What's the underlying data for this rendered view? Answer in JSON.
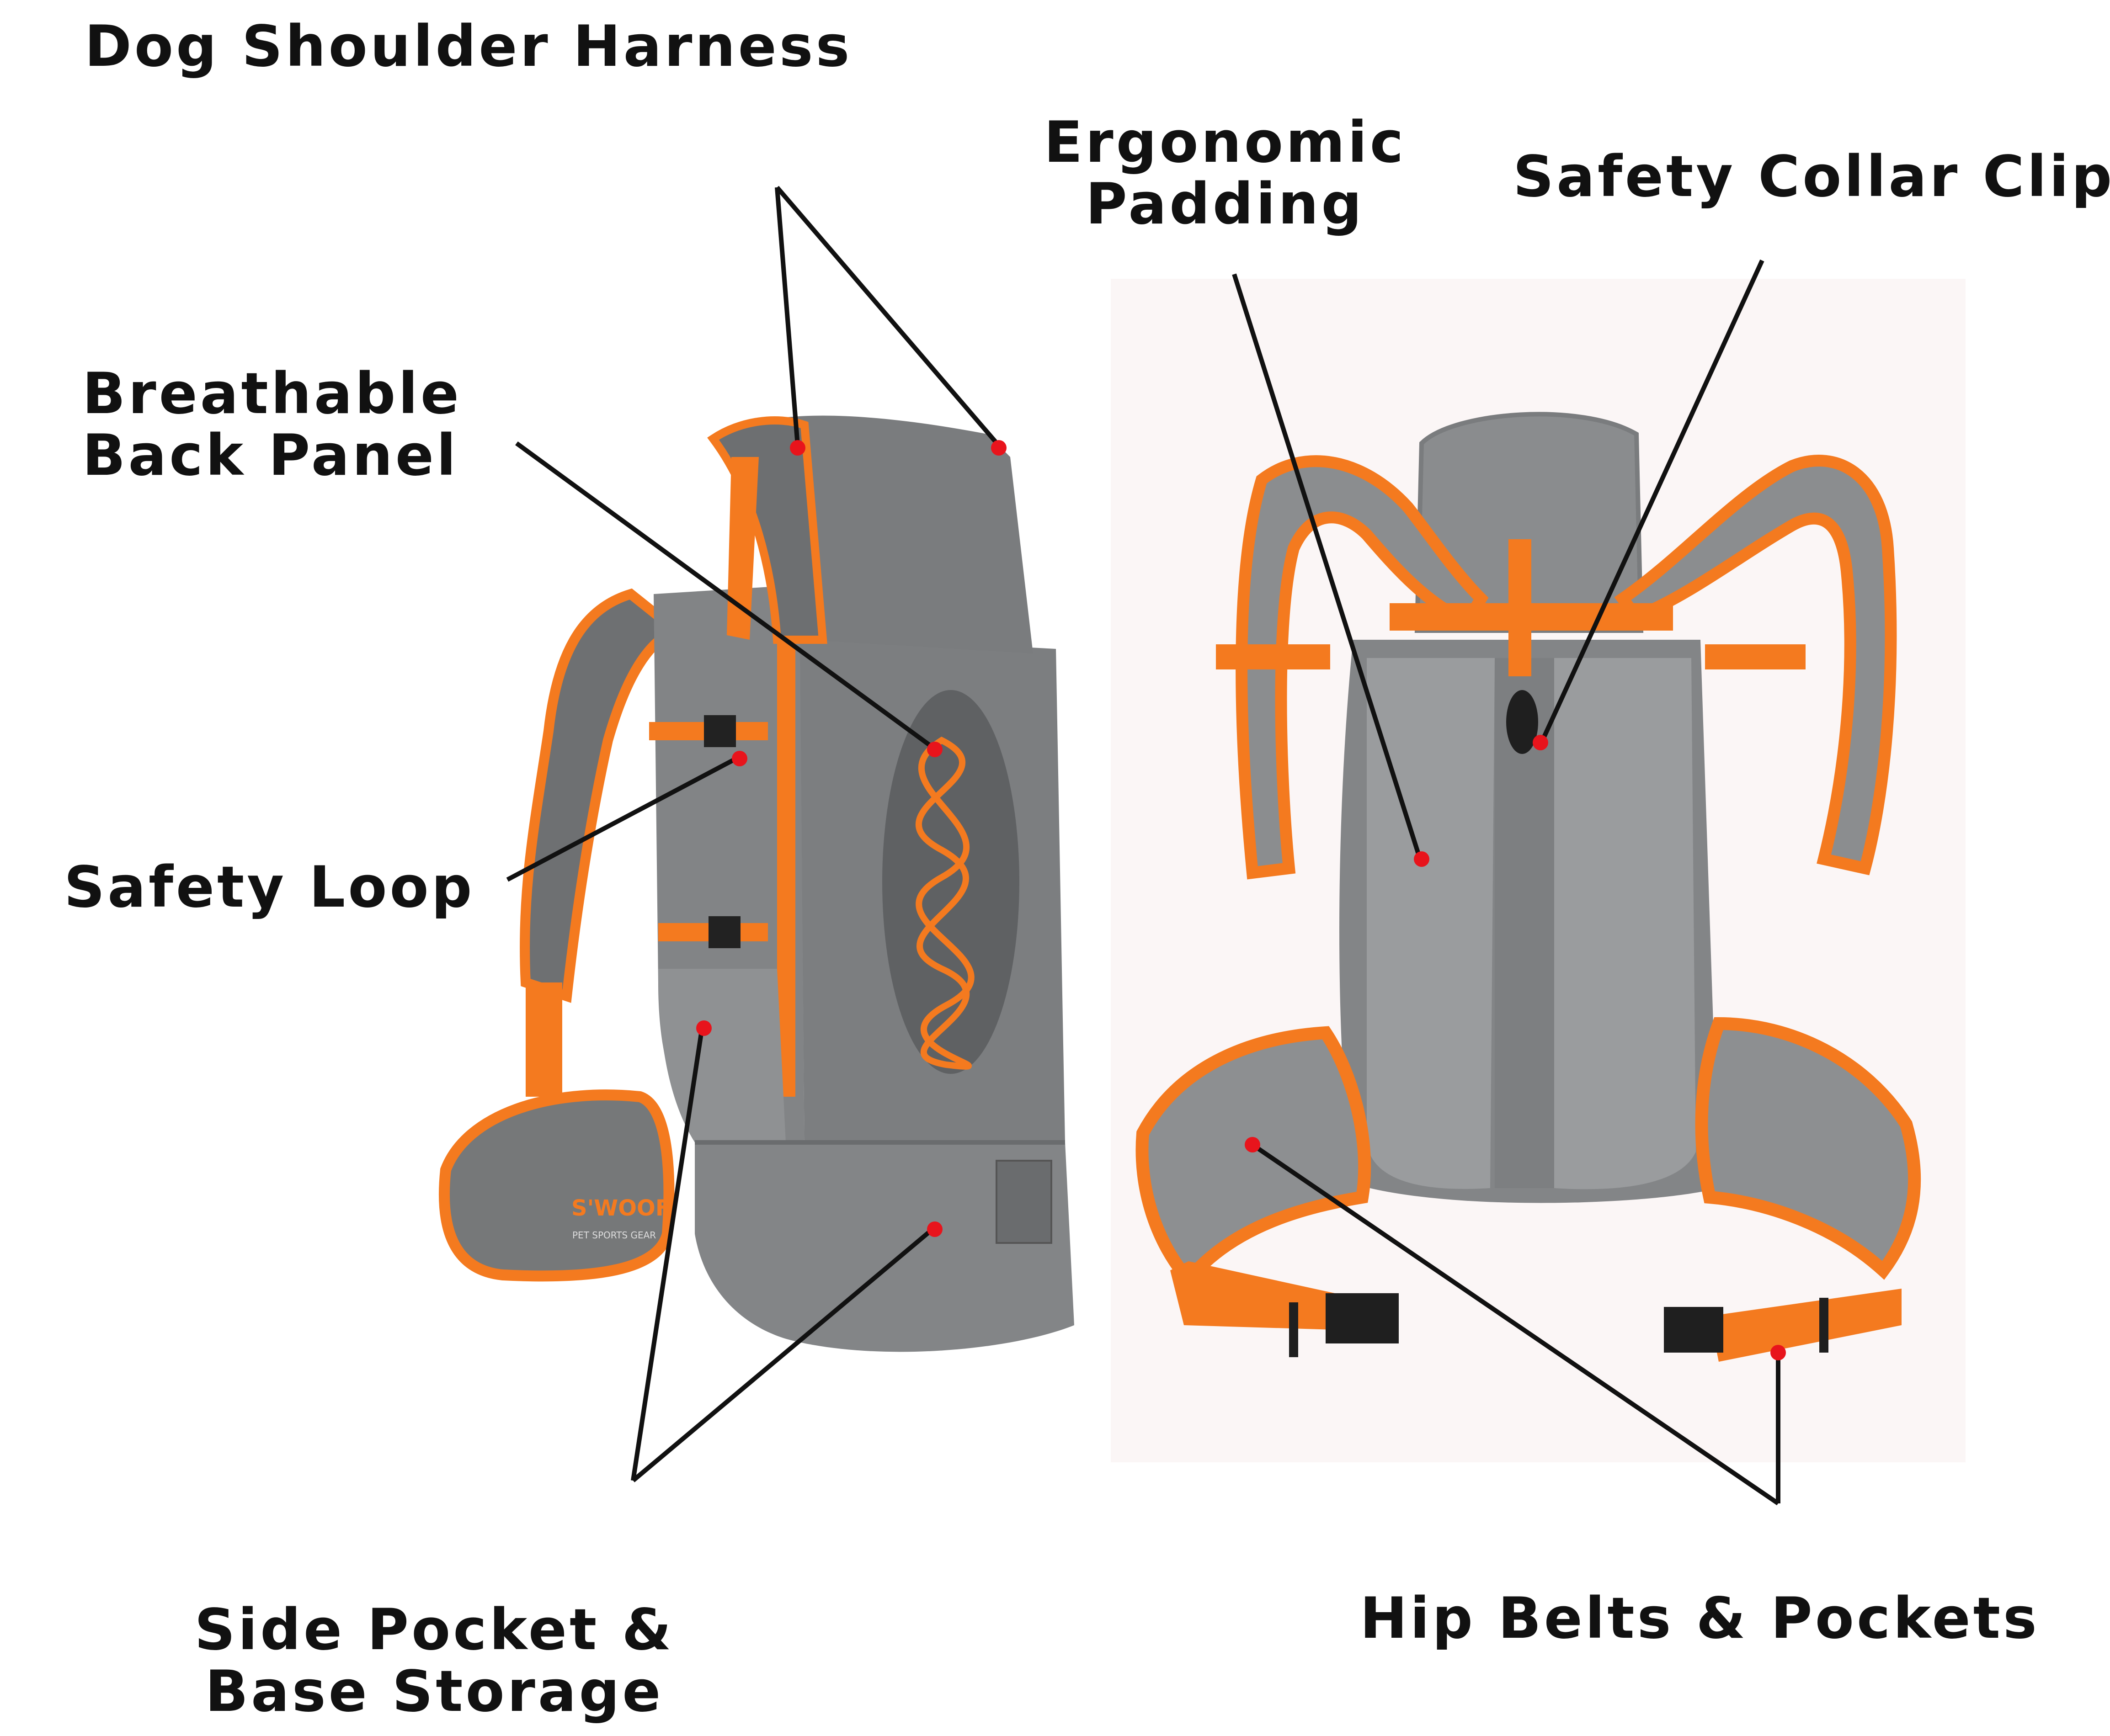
{
  "labels": {
    "dog_shoulder_harness": "Dog Shoulder Harness",
    "ergonomic_padding_line1": "Ergonomic",
    "ergonomic_padding_line2": "Padding",
    "safety_collar_clip": "Safety Collar Clip",
    "breathable_back_panel_line1": "Breathable",
    "breathable_back_panel_line2": "Back Panel",
    "safety_loop": "Safety Loop",
    "side_pocket_line1": "Side Pocket &",
    "side_pocket_line2": "Base Storage",
    "hip_belts_pockets": "Hip Belts & Pockets"
  },
  "brand": {
    "logo_text": "S'WOOF",
    "tagline": "PET SPORTS GEAR"
  },
  "colors": {
    "bag_gray": "#7b7d7f",
    "bag_gray_dark": "#5f6163",
    "mesh_gray": "#8d8f91",
    "accent_orange": "#f47a1f",
    "marker_red": "#e8141c",
    "text": "#111111",
    "photo_backdrop": "#fbf6f6"
  }
}
